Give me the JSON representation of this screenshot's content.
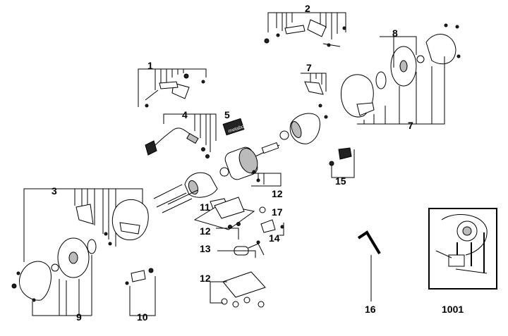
{
  "labels": {
    "l1": "1",
    "l2": "2",
    "l3": "3",
    "l4": "4",
    "l5": "5",
    "l7a": "7",
    "l7b": "7",
    "l8": "8",
    "l9": "9",
    "l10": "10",
    "l11": "11",
    "l12a": "12",
    "l12b": "12",
    "l12c": "12",
    "l13": "13",
    "l14": "14",
    "l15": "15",
    "l16": "16",
    "l17": "17",
    "l1001": "1001"
  },
  "logo_text": "metabo"
}
